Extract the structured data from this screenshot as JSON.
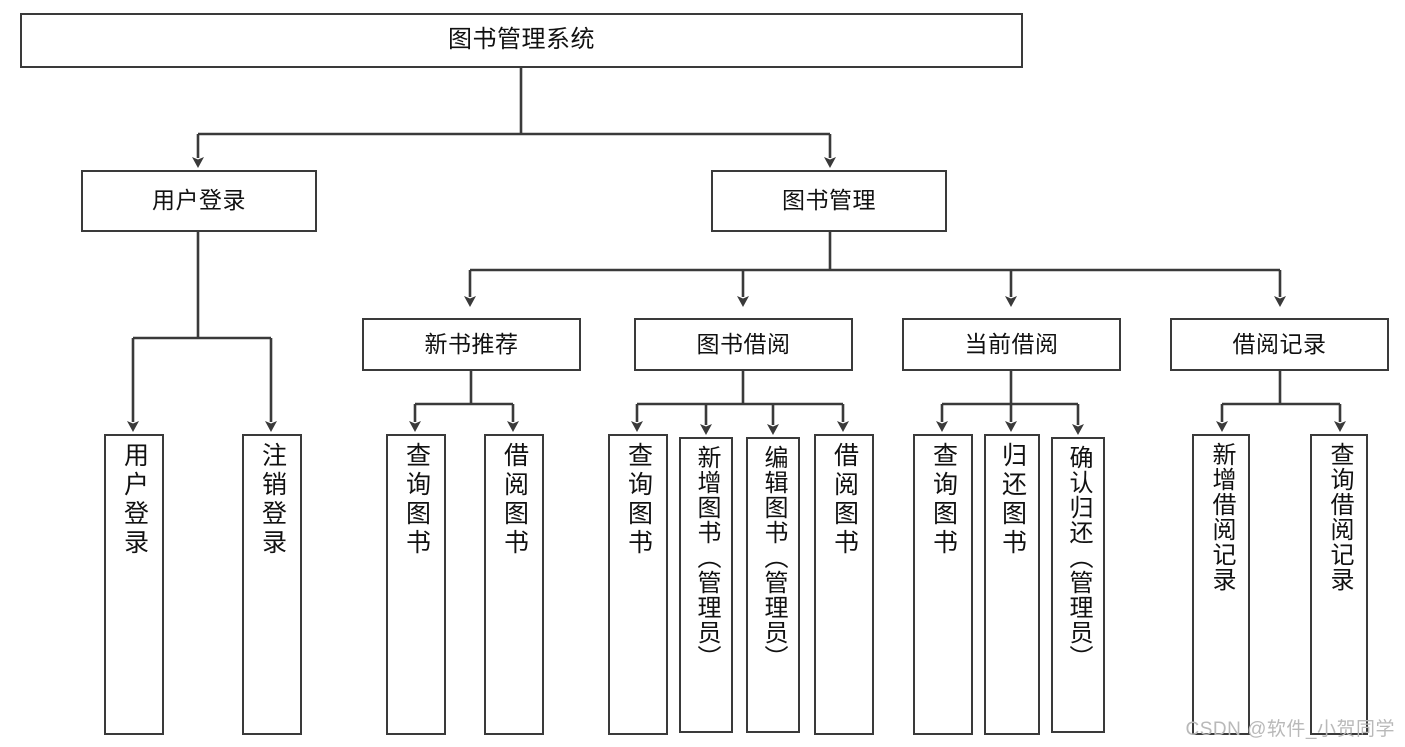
{
  "diagram": {
    "title": "图书管理系统",
    "type": "tree",
    "watermark": "CSDN @软件_小贺同学",
    "colors": {
      "box_border": "#3a3a3a",
      "box_fill": "#ffffff",
      "connector": "#3a3a3a",
      "text": "#111111",
      "watermark": "#b9b9b9"
    },
    "nodes": {
      "root": {
        "label": "图书管理系统"
      },
      "level2": [
        {
          "id": "user-login",
          "label": "用户登录"
        },
        {
          "id": "book-management",
          "label": "图书管理"
        }
      ],
      "level3": [
        {
          "id": "new-book-recommend",
          "label": "新书推荐"
        },
        {
          "id": "book-borrow",
          "label": "图书借阅"
        },
        {
          "id": "current-borrow",
          "label": "当前借阅"
        },
        {
          "id": "borrow-record",
          "label": "借阅记录"
        }
      ],
      "leaves": {
        "user-login": [
          {
            "id": "leaf-user-login",
            "label": "用户登录"
          },
          {
            "id": "leaf-logout",
            "label": "注销登录"
          }
        ],
        "new-book-recommend": [
          {
            "id": "leaf-query-book-1",
            "label": "查询图书"
          },
          {
            "id": "leaf-borrow-book-1",
            "label": "借阅图书"
          }
        ],
        "book-borrow": [
          {
            "id": "leaf-query-book-2",
            "label": "查询图书"
          },
          {
            "id": "leaf-add-book",
            "label": "新增图书（管理员）"
          },
          {
            "id": "leaf-edit-book",
            "label": "编辑图书（管理员）"
          },
          {
            "id": "leaf-borrow-book-2",
            "label": "借阅图书"
          }
        ],
        "current-borrow": [
          {
            "id": "leaf-query-book-3",
            "label": "查询图书"
          },
          {
            "id": "leaf-return-book",
            "label": "归还图书"
          },
          {
            "id": "leaf-confirm-return",
            "label": "确认归还（管理员）"
          }
        ],
        "borrow-record": [
          {
            "id": "leaf-add-record",
            "label": "新增借阅记录"
          },
          {
            "id": "leaf-query-record",
            "label": "查询借阅记录"
          }
        ]
      }
    }
  }
}
